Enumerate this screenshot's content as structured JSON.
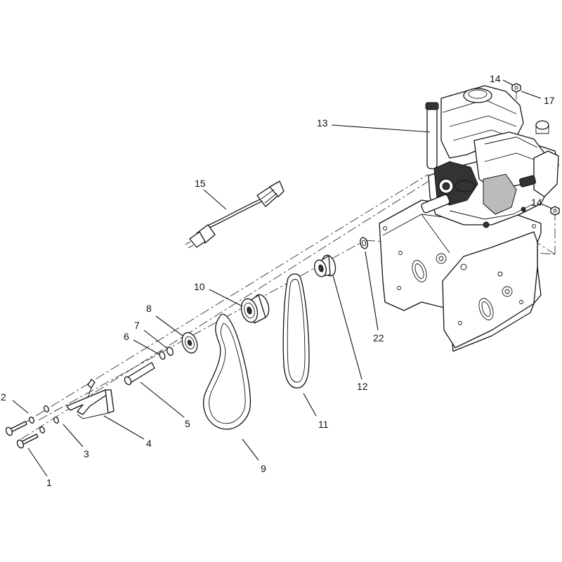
{
  "labels": [
    "1",
    "2",
    "3",
    "4",
    "5",
    "6",
    "7",
    "8",
    "9",
    "10",
    "11",
    "12",
    "13",
    "14",
    "14",
    "15",
    "17",
    "22"
  ]
}
